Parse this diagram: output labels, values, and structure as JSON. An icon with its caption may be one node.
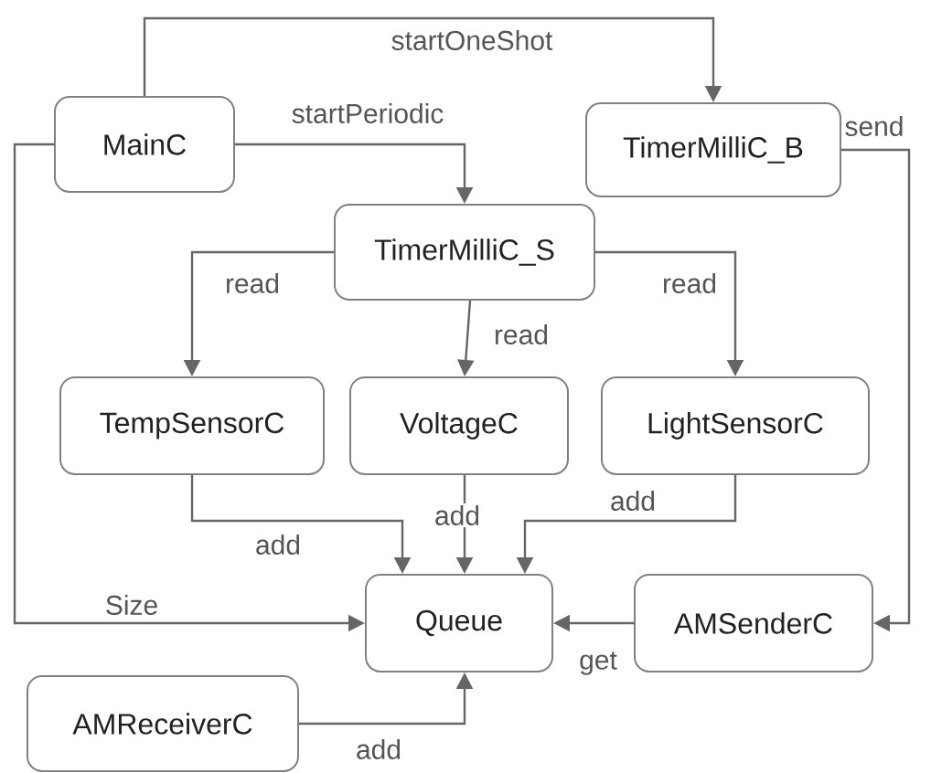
{
  "diagram": {
    "nodes": [
      {
        "text": [
          "MainC"
        ]
      },
      {
        "text": [
          "TimerMilliC_B"
        ]
      },
      {
        "text": [
          "TimerMilliC_S"
        ]
      },
      {
        "text": [
          "TempSensorC"
        ]
      },
      {
        "text": [
          "VoltageC"
        ]
      },
      {
        "text": [
          "LightSensorC"
        ]
      },
      {
        "text": [
          "Queue"
        ]
      },
      {
        "text": [
          "AMSenderC"
        ]
      },
      {
        "text": [
          "AMReceiverC"
        ]
      }
    ],
    "edges": [
      {
        "from": 0,
        "to": 1,
        "arrow": "to",
        "label": "startOneShot"
      },
      {
        "from": 0,
        "to": 2,
        "arrow": "to",
        "label": "startPeriodic"
      },
      {
        "from": 1,
        "to": 7,
        "arrow": "to",
        "label": "send"
      },
      {
        "from": 2,
        "to": 3,
        "arrow": "to",
        "label": "read"
      },
      {
        "from": 2,
        "to": 4,
        "arrow": "to",
        "label": "read"
      },
      {
        "from": 2,
        "to": 5,
        "arrow": "to",
        "label": "read"
      },
      {
        "from": 0,
        "to": 6,
        "arrow": "to",
        "label": "Size"
      },
      {
        "from": 3,
        "to": 6,
        "arrow": "to",
        "label": "add"
      },
      {
        "from": 4,
        "to": 6,
        "arrow": "to",
        "label": "add"
      },
      {
        "from": 5,
        "to": 6,
        "arrow": "to",
        "label": "add"
      },
      {
        "from": 7,
        "to": 6,
        "arrow": "to",
        "label": "get"
      },
      {
        "from": 8,
        "to": 6,
        "arrow": "to",
        "label": "add"
      }
    ]
  }
}
